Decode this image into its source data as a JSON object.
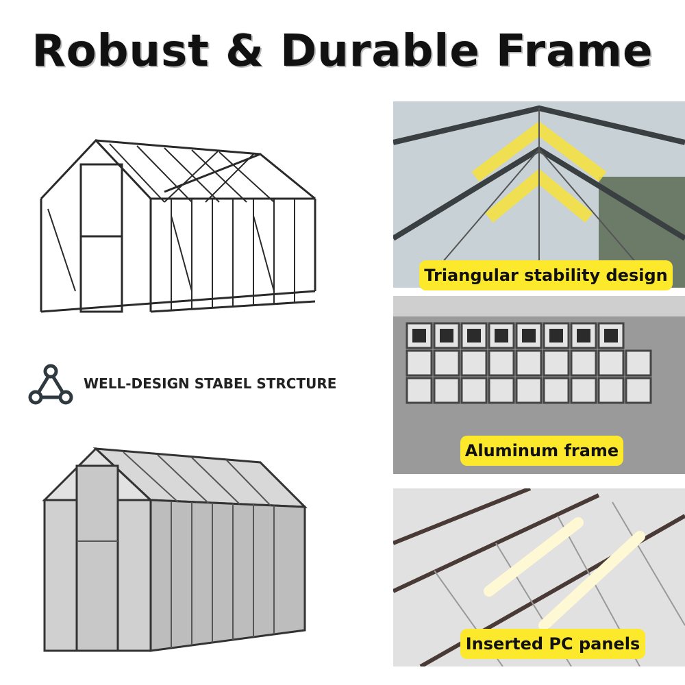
{
  "header": {
    "title": "Robust & Durable Frame"
  },
  "feature": {
    "icon": "network-triangle-icon",
    "label": "WELL-DESIGN STABEL STRCTURE"
  },
  "panels": [
    {
      "icon": "roof-truss-photo",
      "caption": "Triangular stability design"
    },
    {
      "icon": "aluminum-tubes-photo",
      "caption": "Aluminum frame"
    },
    {
      "icon": "pc-panels-photo",
      "caption": "Inserted PC panels"
    }
  ],
  "colors": {
    "accent": "#fde92b",
    "text": "#111111",
    "icon": "#2f3a40"
  }
}
